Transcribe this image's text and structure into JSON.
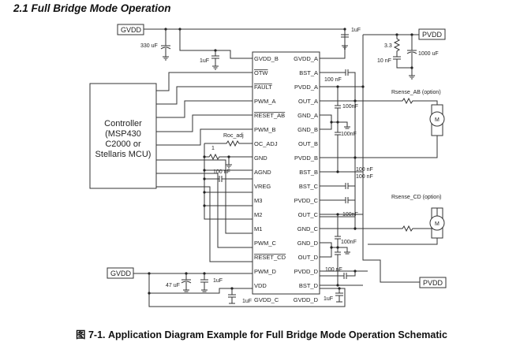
{
  "section_title": "2.1 Full Bridge Mode Operation",
  "caption": "图 7-1. Application Diagram Example for Full Bridge Mode Operation Schematic",
  "power_labels": {
    "gvdd_top": "GVDD",
    "gvdd_bottom": "GVDD",
    "pvdd_top": "PVDD",
    "pvdd_bottom": "PVDD"
  },
  "controller": {
    "lines": [
      "Controller",
      "(MSP430",
      "C2000 or",
      "Stellaris MCU)"
    ]
  },
  "ic": {
    "left_pins": [
      "GVDD_B",
      "OTW",
      "FAULT",
      "PWM_A",
      "RESET_AB",
      "PWM_B",
      "OC_ADJ",
      "GND",
      "AGND",
      "VREG",
      "M3",
      "M2",
      "M1",
      "PWM_C",
      "RESET_CD",
      "PWM_D",
      "VDD",
      "GVDD_C"
    ],
    "right_pins": [
      "GVDD_A",
      "BST_A",
      "PVDD_A",
      "OUT_A",
      "GND_A",
      "GND_B",
      "OUT_B",
      "PVDD_B",
      "BST_B",
      "BST_C",
      "PVDD_C",
      "OUT_C",
      "GND_C",
      "GND_D",
      "OUT_D",
      "PVDD_D",
      "BST_D",
      "GVDD_D"
    ],
    "overlined_pins": [
      "OTW",
      "FAULT",
      "RESET_AB",
      "RESET_CD"
    ]
  },
  "components": {
    "c_330uf": "330 uF",
    "c_1uf_gvddb": "1uF",
    "c_1uf_gvdda": "1uF",
    "r_3_3": "3.3",
    "c_10nf": "10 nF",
    "c_1000uf": "1000 uF",
    "c_bst_a": "100 nF",
    "c_ab_upper": "100nF",
    "c_ab_lower": "100nF",
    "rsense_ab": "Rsense_AB (option)",
    "motor_ab": "M",
    "r_oc_adj": "Roc_adj",
    "r_gnd": "1",
    "c_vreg": "100 nF",
    "c_bst_b": "100 nF",
    "c_bst_c": "100 nF",
    "c_cd_upper": "100nF",
    "c_cd_lower": "100nF",
    "rsense_cd": "Rsense_CD (option)",
    "motor_cd": "M",
    "c_bst_d": "100 nF",
    "c_47uf": "47 uF",
    "c_1uf_vdd": "1uF",
    "c_1uf_gvddc": "1uF",
    "c_1uf_gvddd": "1uF"
  }
}
